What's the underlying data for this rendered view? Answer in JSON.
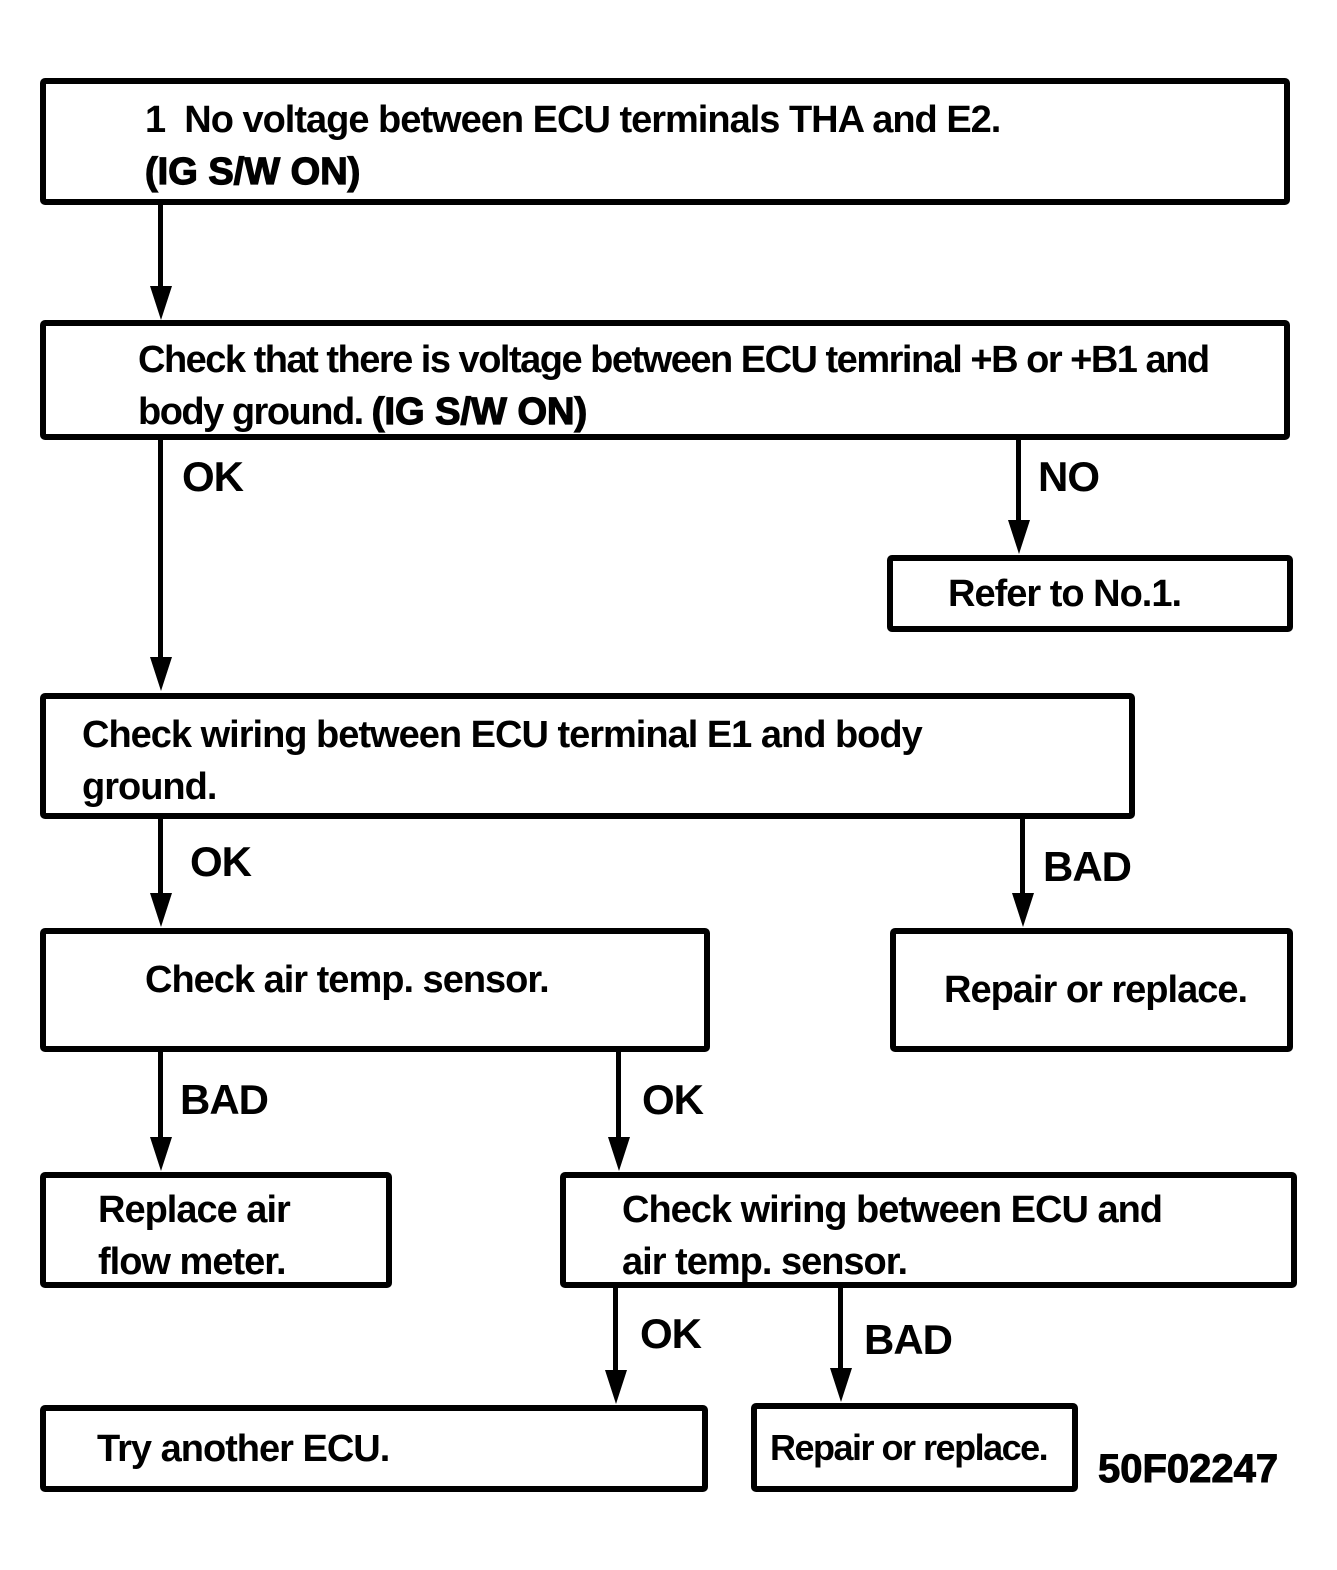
{
  "flowchart": {
    "nodes": {
      "start": {
        "line1": "1  No voltage between ECU terminals THA and E2.",
        "line2": "(IG S/W ON)"
      },
      "check_voltage": {
        "line1": "Check that there is voltage between ECU temrinal +B or +B1 and",
        "line2_normal": "body ground. ",
        "line2_bold": "(IG S/W ON)"
      },
      "refer": {
        "text": "Refer to No.1."
      },
      "check_wiring_e1": {
        "line1": "Check wiring between ECU terminal E1 and body",
        "line2": "ground."
      },
      "check_air_temp": {
        "text": "Check air temp. sensor."
      },
      "repair_replace_right": {
        "text": "Repair or replace."
      },
      "replace_air_flow": {
        "line1": "Replace air",
        "line2": "flow meter."
      },
      "check_wiring_sensor": {
        "line1": "Check wiring between ECU and",
        "line2": "air temp. sensor."
      },
      "try_another_ecu": {
        "text": "Try another ECU."
      },
      "repair_replace_bottom": {
        "text": "Repair or replace."
      }
    },
    "edge_labels": {
      "ok_1": "OK",
      "no_1": "NO",
      "ok_2": "OK",
      "bad_1": "BAD",
      "bad_2": "BAD",
      "ok_3": "OK",
      "ok_4": "OK",
      "bad_3": "BAD"
    },
    "figure_code": "50F02247",
    "colors": {
      "ink": "#000000",
      "paper": "#ffffff"
    }
  }
}
